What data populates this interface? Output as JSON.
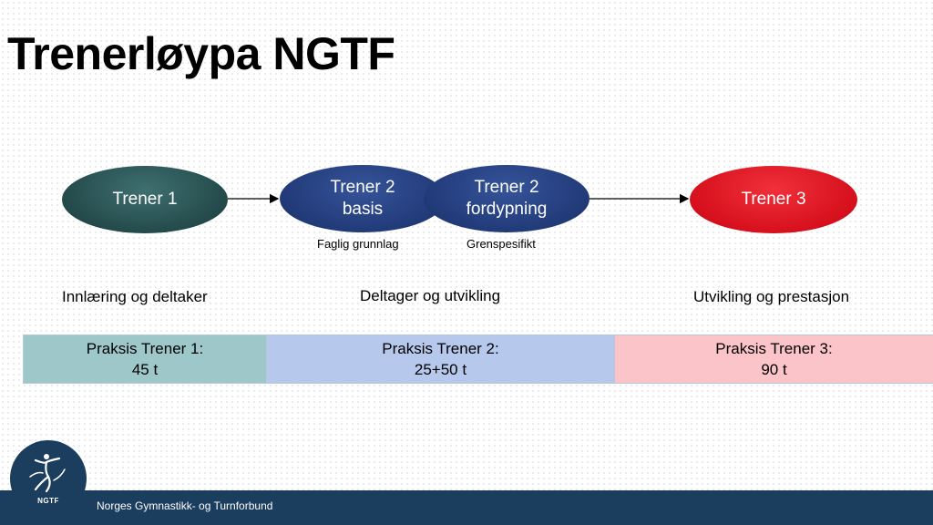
{
  "slide": {
    "title": "Trenerløypa NGTF"
  },
  "nodes": {
    "trener1": "Trener 1",
    "trener2_basis": "Trener 2\nbasis",
    "trener2_fordypning": "Trener 2\nfordypning",
    "trener3": "Trener 3"
  },
  "sublabels": {
    "basis": "Faglig grunnlag",
    "fordypning": "Grenspesifikt"
  },
  "phases": {
    "phase1": "Innlæring og deltaker",
    "phase2": "Deltager og utvikling",
    "phase3": "Utvikling og prestasjon"
  },
  "practice": [
    {
      "label": "Praksis Trener 1:",
      "hours": "45 t"
    },
    {
      "label": "Praksis Trener 2:",
      "hours": "25+50 t"
    },
    {
      "label": "Praksis Trener 3:",
      "hours": "90 t"
    }
  ],
  "footer": {
    "org_name": "Norges Gymnastikk- og Turnforbund",
    "logo_text": "NGTF"
  },
  "colors": {
    "trener1": "#244a4b",
    "trener2": "#213a78",
    "trener3": "#d6101c",
    "footer": "#1b3d5e"
  }
}
